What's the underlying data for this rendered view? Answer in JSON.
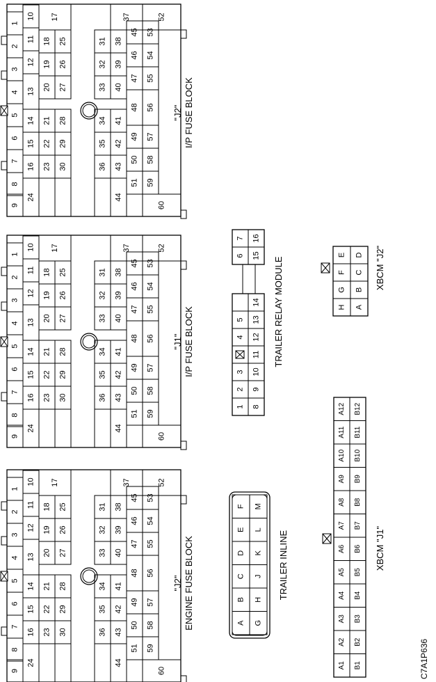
{
  "figure_code": "C7A1P636",
  "blocks": [
    {
      "id": "engine-j2",
      "label_line1": "\"J2\"",
      "label_line2": "ENGINE FUSE BLOCK"
    },
    {
      "id": "ip-j1",
      "label_line1": "\"J1\"",
      "label_line2": "I/P FUSE BLOCK"
    },
    {
      "id": "ip-j2",
      "label_line1": "\"J2\"",
      "label_line2": "I/P FUSE BLOCK"
    }
  ],
  "fuse_block_cavities": [
    "1",
    "2",
    "3",
    "4",
    "5",
    "6",
    "7",
    "8",
    "9",
    "10",
    "11",
    "12",
    "13",
    "14",
    "15",
    "16",
    "17",
    "18",
    "19",
    "20",
    "21",
    "22",
    "23",
    "24",
    "25",
    "26",
    "27",
    "28",
    "29",
    "30",
    "31",
    "32",
    "33",
    "34",
    "35",
    "36",
    "37",
    "38",
    "39",
    "40",
    "41",
    "42",
    "43",
    "44",
    "45",
    "46",
    "47",
    "48",
    "49",
    "50",
    "51",
    "52",
    "53",
    "54",
    "55",
    "56",
    "57",
    "58",
    "59",
    "60"
  ],
  "trailer_inline": {
    "label": "TRAILER INLINE",
    "row1": [
      "A",
      "B",
      "C",
      "D",
      "E",
      "F"
    ],
    "row2": [
      "G",
      "H",
      "J",
      "K",
      "L",
      "M"
    ]
  },
  "trailer_relay_module": {
    "label": "TRAILER RELAY MODULE",
    "row1": [
      "1",
      "2",
      "3",
      "4",
      "5",
      "6",
      "7"
    ],
    "row2": [
      "8",
      "9",
      "10",
      "11",
      "12",
      "13",
      "14",
      "15",
      "16"
    ]
  },
  "xbcm_j1": {
    "label": "XBCM \"J1\"",
    "row1": [
      "A1",
      "A2",
      "A3",
      "A4",
      "A5",
      "A6",
      "A7",
      "A8",
      "A9",
      "A10",
      "A11",
      "A12"
    ],
    "row2": [
      "B1",
      "B2",
      "B3",
      "B4",
      "B5",
      "B6",
      "B7",
      "B8",
      "B9",
      "B10",
      "B11",
      "B12"
    ]
  },
  "xbcm_j2": {
    "label": "XBCM \"J2\"",
    "row1": [
      "H",
      "G",
      "F",
      "E"
    ],
    "row2": [
      "A",
      "B",
      "C",
      "D"
    ]
  }
}
